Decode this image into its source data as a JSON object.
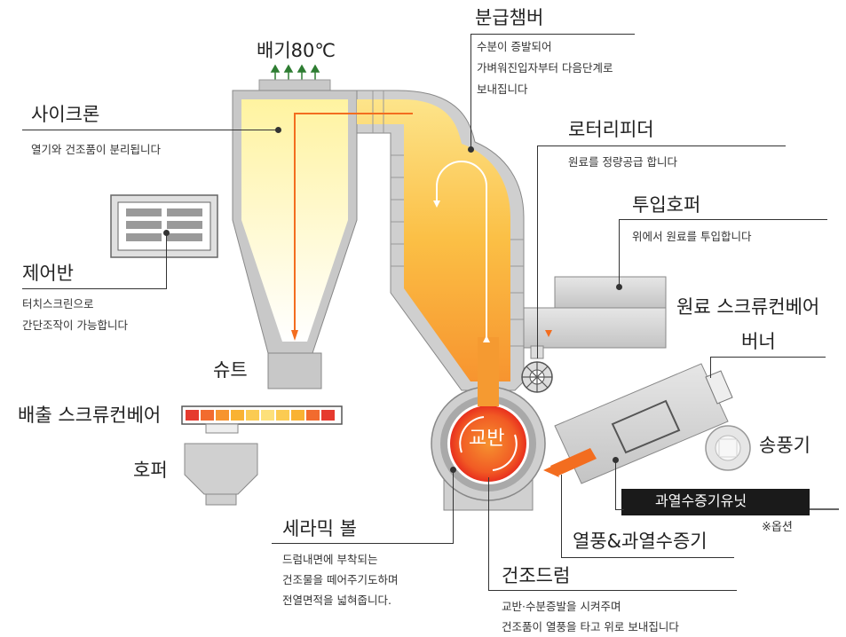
{
  "labels": {
    "exhaust": "배기80℃",
    "chamber_title": "분급챔버",
    "chamber_desc": [
      "수분이 증발되어",
      "가벼워진입자부터 다음단계로",
      "보내집니다"
    ],
    "cyclone_title": "사이크론",
    "cyclone_desc": "열기와 건조품이 분리됩니다",
    "rotary_title": "로터리피더",
    "rotary_desc": "원료를 정량공급 합니다",
    "hopper_in_title": "투입호퍼",
    "hopper_in_desc": "위에서 원료를 투입합니다",
    "control_title": "제어반",
    "control_desc": [
      "터치스크린으로",
      "간단조작이 가능합니다"
    ],
    "screw_in_title": "원료 스크류컨베어",
    "burner_title": "버너",
    "chute_title": "슈트",
    "screw_out_title": "배출 스크류컨베어",
    "hopper_title": "호퍼",
    "blower_title": "송풍기",
    "drum_center": "교반",
    "superheat_unit": "과열수증기유닛",
    "option_note": "※옵션",
    "hotair_title": "열풍&과열수증기",
    "ceramic_title": "세라믹 볼",
    "ceramic_desc": [
      "드럼내면에 부착되는",
      "건조물을 떼어주기도하며",
      "전열면적을 넓혀줍니다."
    ],
    "drum_title": "건조드럼",
    "drum_desc": [
      "교반·수분증발을 시켜주며",
      "건조품이 열풍을 타고 위로 보내집니다"
    ]
  },
  "colors": {
    "hot": "#f36d1f",
    "warm": "#fbb03b",
    "cool": "#fff9c8",
    "metal": "#c8c8c8",
    "metal_dark": "#8a8a8a",
    "arrow_green": "#2e7d32",
    "discharge_segments": [
      "#e63a2e",
      "#f26b2e",
      "#f7942f",
      "#f9b233",
      "#fbcb52",
      "#fde07a",
      "#fbcb52",
      "#f9b233",
      "#f26b2e",
      "#e63a2e"
    ]
  }
}
